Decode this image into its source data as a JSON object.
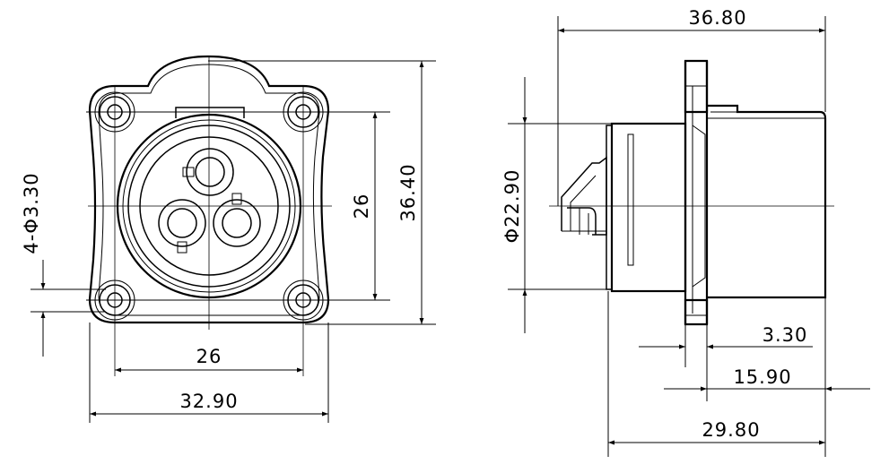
{
  "drawing": {
    "front_view": {
      "dim_hole_spacing_horizontal": "26",
      "dim_overall_width": "32.90",
      "dim_hole_spacing_vertical": "26",
      "dim_overall_height": "36.40",
      "dim_mounting_holes": "4-Φ3.30"
    },
    "side_view": {
      "dim_overall_length": "36.80",
      "dim_diameter": "Φ22.90",
      "dim_flange_thickness": "3.30",
      "dim_front_depth": "15.90",
      "dim_body_length": "29.80"
    }
  }
}
